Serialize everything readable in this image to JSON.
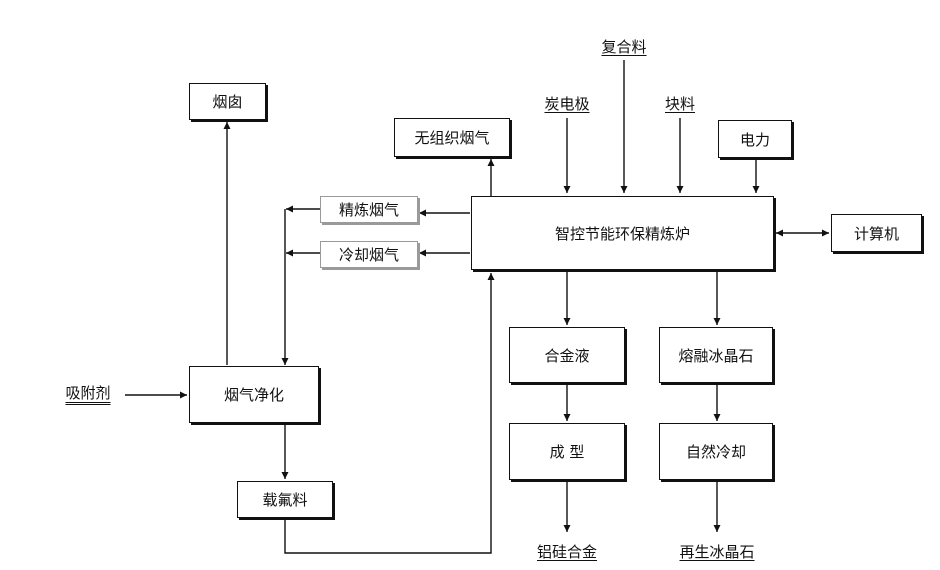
{
  "diagram": {
    "furnace": "智控节能环保精炼炉",
    "smoke_dust": "烟囱",
    "fugitive_flue_gas": "无组织烟气",
    "refining_flue_gas": "精炼烟气",
    "cooling_flue_gas": "冷却烟气",
    "gas_purification": "烟气净化",
    "adsorbent": "吸附剂",
    "fluorine_loaded_material": "载氟料",
    "carbon_electrode": "炭电极",
    "composite_material": "复合料",
    "lump_material": "块料",
    "electric_power": "电力",
    "computer": "计算机",
    "alloy_liquid": "合金液",
    "molten_cryolite": "熔融冰晶石",
    "forming": "成  型",
    "natural_cooling": "自然冷却",
    "al_si_alloy": "铝硅合金",
    "recycled_cryolite": "再生冰晶石"
  }
}
